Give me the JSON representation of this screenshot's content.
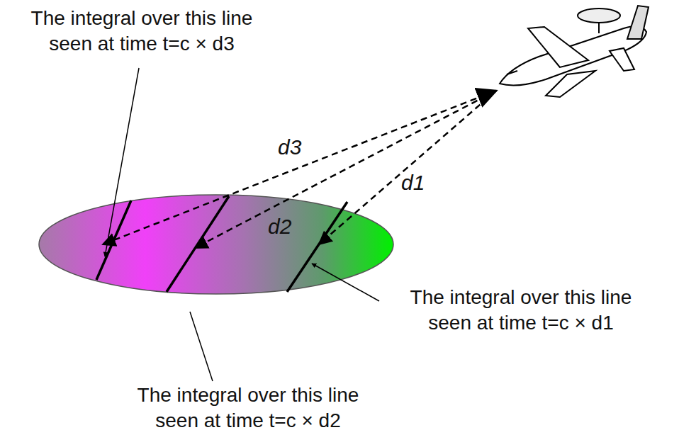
{
  "diagram": {
    "labels": [
      "The integral over this line seen at time t=c × d3",
      "d3",
      "d1",
      "d2",
      "The integral over this line seen at time t=c × d1",
      "The integral over this line seen at time t=c × d2"
    ]
  }
}
